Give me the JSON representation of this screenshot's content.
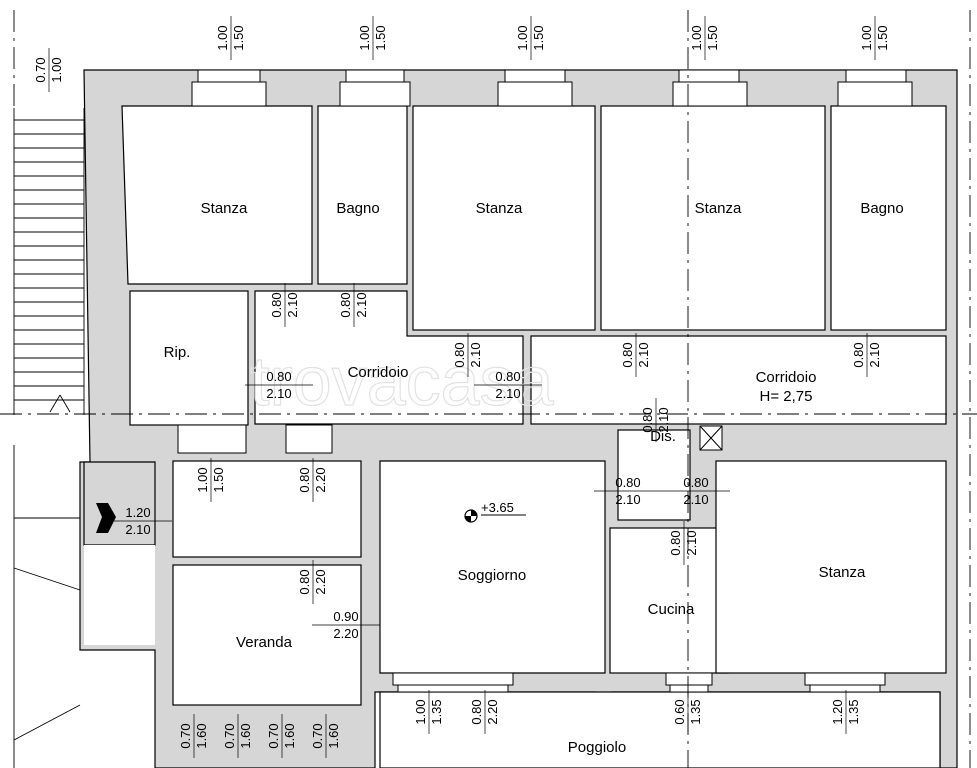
{
  "plan": {
    "elevation_label": "+3.65",
    "watermark": "trovacasa",
    "rooms": [
      {
        "id": "stanza-1",
        "label": "Stanza"
      },
      {
        "id": "bagno-1",
        "label": "Bagno"
      },
      {
        "id": "stanza-2",
        "label": "Stanza"
      },
      {
        "id": "stanza-3",
        "label": "Stanza"
      },
      {
        "id": "bagno-2",
        "label": "Bagno"
      },
      {
        "id": "rip",
        "label": "Rip."
      },
      {
        "id": "corridoio-1",
        "label": "Corridoio"
      },
      {
        "id": "corridoio-2",
        "label": "Corridoio"
      },
      {
        "id": "corridoio-2-height",
        "label": "H= 2,75"
      },
      {
        "id": "dis",
        "label": "Dis."
      },
      {
        "id": "soggiorno",
        "label": "Soggiorno"
      },
      {
        "id": "cucina",
        "label": "Cucina"
      },
      {
        "id": "stanza-4",
        "label": "Stanza"
      },
      {
        "id": "veranda",
        "label": "Veranda"
      },
      {
        "id": "poggiolo",
        "label": "Poggiolo"
      }
    ],
    "openings": [
      {
        "w": "1.00",
        "h": "1.50"
      },
      {
        "w": "1.00",
        "h": "1.50"
      },
      {
        "w": "1.00",
        "h": "1.50"
      },
      {
        "w": "1.00",
        "h": "1.50"
      },
      {
        "w": "1.00",
        "h": "1.50"
      },
      {
        "w": "0.70",
        "h": "1.00"
      },
      {
        "w": "0.80",
        "h": "2.10"
      },
      {
        "w": "0.80",
        "h": "2.10"
      },
      {
        "w": "0.80",
        "h": "2.10"
      },
      {
        "w": "0.80",
        "h": "2.10"
      },
      {
        "w": "0.80",
        "h": "2.10"
      },
      {
        "w": "0.80",
        "h": "2.10"
      },
      {
        "w": "0.80",
        "h": "2.10"
      },
      {
        "w": "0.80",
        "h": "2.10"
      },
      {
        "w": "1.00",
        "h": "1.50"
      },
      {
        "w": "0.80",
        "h": "2.20"
      },
      {
        "w": "1.20",
        "h": "2.10"
      },
      {
        "w": "0.80",
        "h": "2.10"
      },
      {
        "w": "0.80",
        "h": "2.10"
      },
      {
        "w": "0.80",
        "h": "2.10"
      },
      {
        "w": "0.80",
        "h": "2.20"
      },
      {
        "w": "0.90",
        "h": "2.20"
      },
      {
        "w": "1.00",
        "h": "1.35"
      },
      {
        "w": "0.80",
        "h": "2.20"
      },
      {
        "w": "0.60",
        "h": "1.35"
      },
      {
        "w": "1.20",
        "h": "1.35"
      },
      {
        "w": "0.70",
        "h": "1.60"
      },
      {
        "w": "0.70",
        "h": "1.60"
      },
      {
        "w": "0.70",
        "h": "1.60"
      },
      {
        "w": "0.70",
        "h": "1.60"
      }
    ]
  }
}
